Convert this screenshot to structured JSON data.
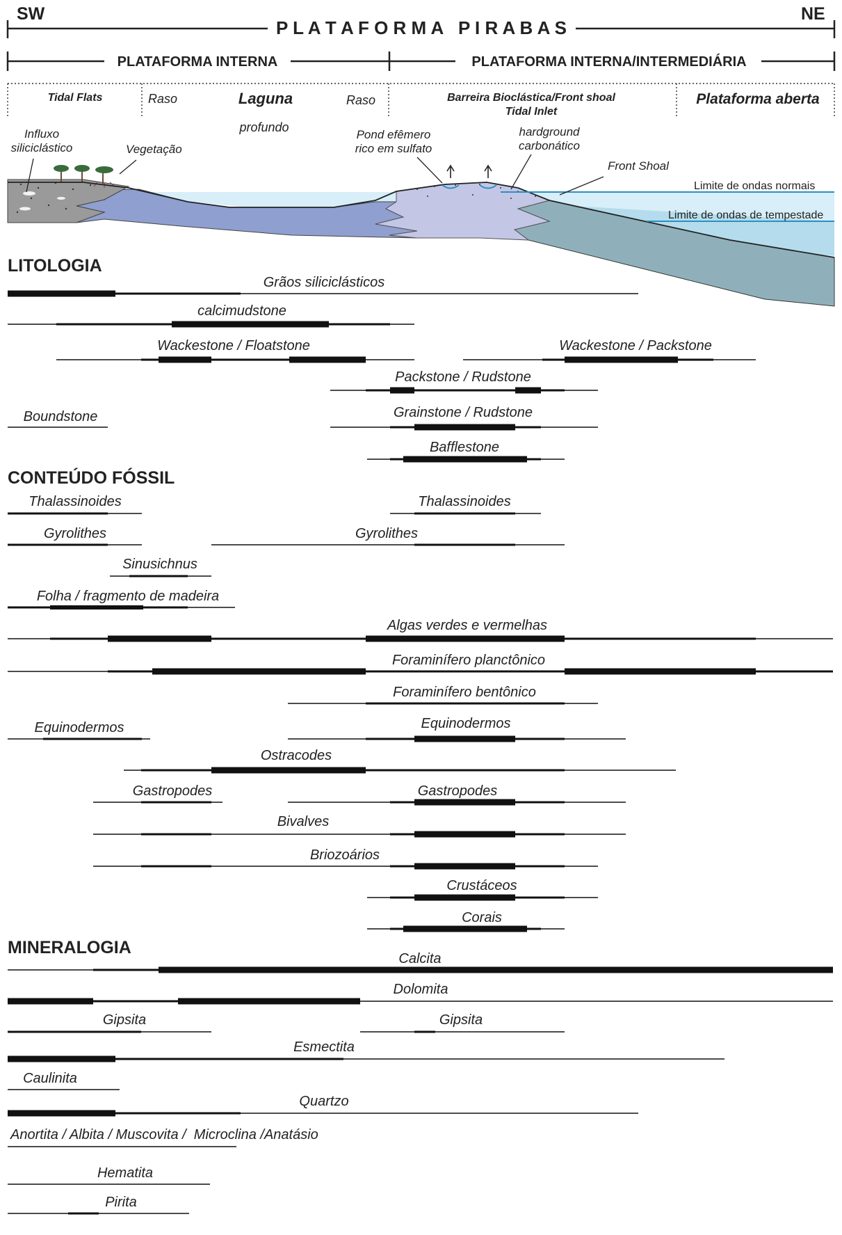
{
  "header": {
    "left": "SW",
    "right": "NE",
    "title": "P L A T A F O R M A   P I R A B A S",
    "interna": "PLATAFORMA INTERNA",
    "intermediaria": "PLATAFORMA INTERNA/INTERMEDIÁRIA"
  },
  "zones": {
    "tidal_flats": "Tidal Flats",
    "raso1": "Raso",
    "laguna": "Laguna",
    "raso2": "Raso",
    "profundo": "profundo",
    "barreira": "Barreira Bioclástica/Front shoal",
    "tidal_inlet": "Tidal Inlet",
    "aberta": "Plataforma aberta"
  },
  "profile": {
    "influxo_1": "Influxo",
    "influxo_2": "siliciclástico",
    "vegetacao": "Vegetação",
    "pond_1": "Pond efêmero",
    "pond_2": "rico em sulfato",
    "hard_1": "hardground",
    "hard_2": "carbonático",
    "front_shoal": "Front Shoal",
    "ondas_normais": "Limite de ondas normais",
    "ondas_tempestade": "Limite de ondas de tempestade",
    "colors": {
      "land": "#9a9a9a",
      "lagoon": "#8f9fd0",
      "shoal": "#c4c6e6",
      "open": "#8fb0bb",
      "water_top": "#d8eef8",
      "water_mid": "#b4dcec",
      "water_line": "#2a8fc0"
    }
  },
  "sections": {
    "litologia": "LITOLOGIA",
    "fossil": "CONTEÚDO FÓSSIL",
    "mineralogia": "MINERALOGIA"
  },
  "litologia": [
    "Grãos siliciclásticos",
    "calcimudstone",
    "Wackestone / Floatstone",
    "Wackestone / Packstone",
    "Packstone / Rudstone",
    "Boundstone",
    "Grainstone / Rudstone",
    "Bafflestone"
  ],
  "fossil": [
    "Thalassinoides",
    "Thalassinoides",
    "Gyrolithes",
    "Gyrolithes",
    "Sinusichnus",
    "Folha / fragmento de madeira",
    "Algas verdes e vermelhas",
    "Foraminífero planctônico",
    "Foraminífero bentônico",
    "Equinodermos",
    "Equinodermos",
    "Ostracodes",
    "Gastropodes",
    "Gastropodes",
    "Bivalves",
    "Briozoários",
    "Crustáceos",
    "Corais"
  ],
  "mineralogia": [
    "Calcita",
    "Dolomita",
    "Gipsita",
    "Gipsita",
    "Esmectita",
    "Caulinita",
    "Quartzo",
    "Anortita / Albita / Muscovita /  Microclina /Anatásio",
    "Hematita",
    "Pirita"
  ]
}
